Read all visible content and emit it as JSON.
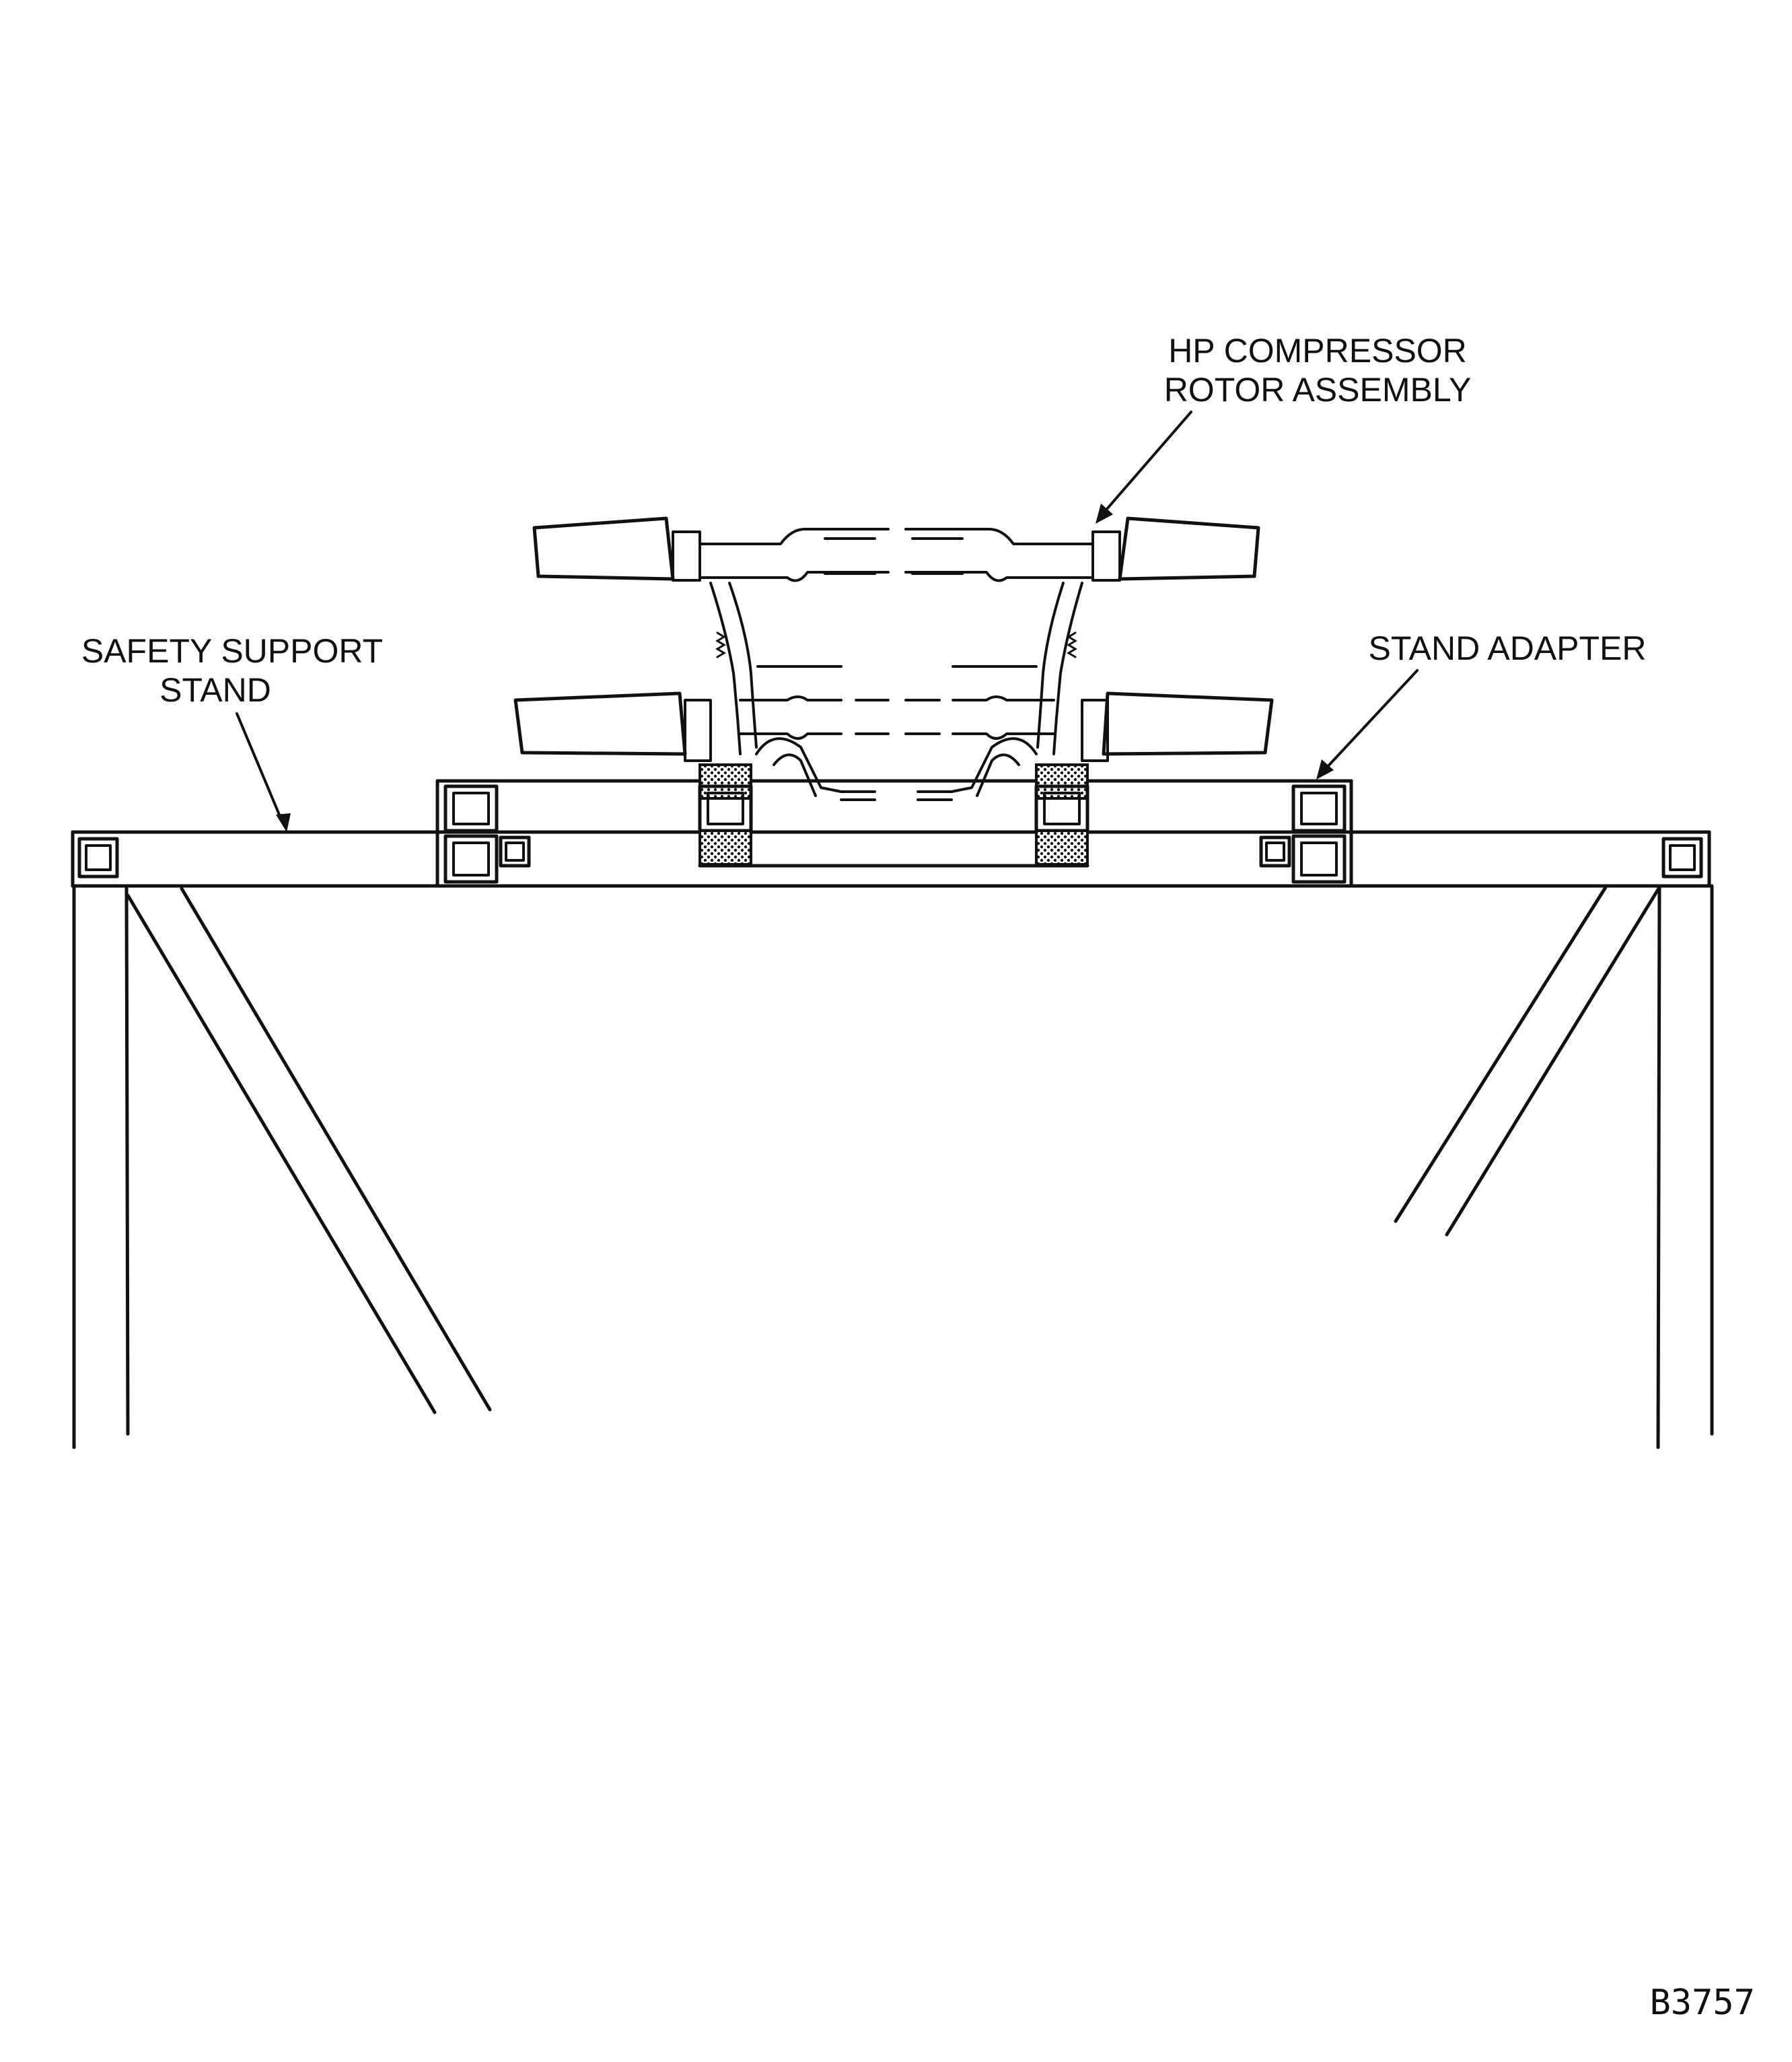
{
  "figure": {
    "labels": {
      "hp_compressor_line1": "HP COMPRESSOR",
      "hp_compressor_line2": "ROTOR ASSEMBLY",
      "safety_support_line1": "SAFETY SUPPORT",
      "safety_support_line2": "STAND",
      "stand_adapter": "STAND ADAPTER"
    },
    "figure_id": "B3757"
  }
}
